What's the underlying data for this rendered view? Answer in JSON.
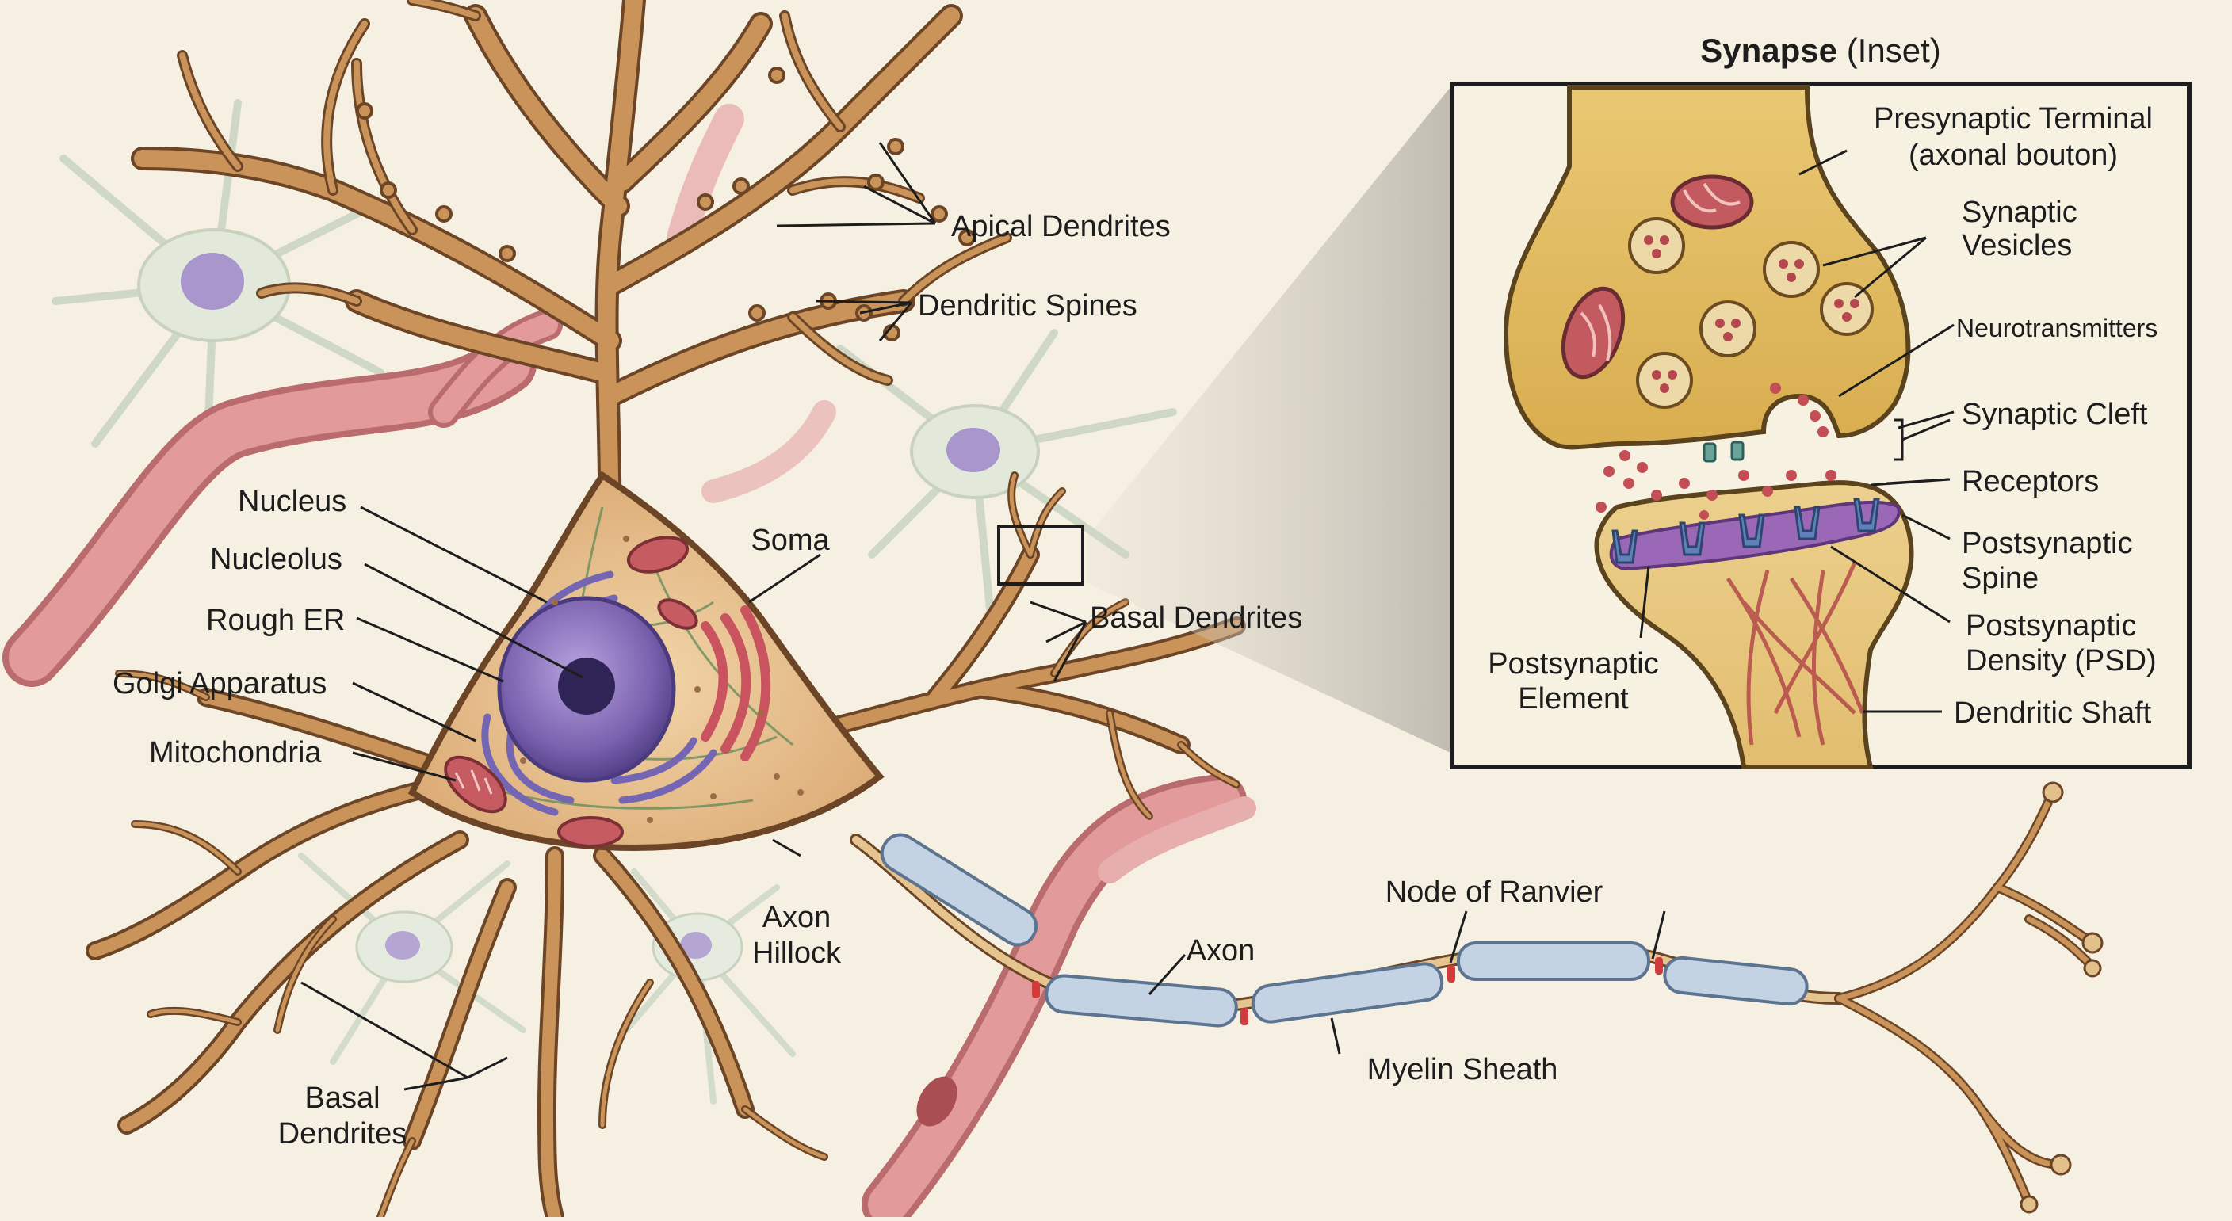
{
  "inset": {
    "title_bold": "Synapse",
    "title_rest": " (Inset)",
    "labels": {
      "presynaptic_1": "Presynaptic Terminal",
      "presynaptic_2": "(axonal bouton)",
      "vesicles_1": "Synaptic",
      "vesicles_2": "Vesicles",
      "neurotransmitters": "Neurotransmitters",
      "cleft": "Synaptic Cleft",
      "receptors": "Receptors",
      "spine_1": "Postsynaptic",
      "spine_2": "Spine",
      "psd_1": "Postsynaptic",
      "psd_2": "Density (PSD)",
      "element_1": "Postsynaptic",
      "element_2": "Element",
      "shaft": "Dendritic Shaft"
    }
  },
  "neuron": {
    "labels": {
      "apical": "Apical Dendrites",
      "spines": "Dendritic Spines",
      "nucleus": "Nucleus",
      "nucleolus": "Nucleolus",
      "rough_er": "Rough ER",
      "golgi": "Golgi Apparatus",
      "mito": "Mitochondria",
      "soma": "Soma",
      "basal_right": "Basal Dendrites",
      "hillock_1": "Axon",
      "hillock_2": "Hillock",
      "axon": "Axon",
      "node": "Node of Ranvier",
      "myelin": "Myelin Sheath",
      "basal_left_1": "Basal",
      "basal_left_2": "Dendrites"
    }
  },
  "colors": {
    "background": "#f6f0e2",
    "dendrite": "#c9935a",
    "dendrite_outline": "#6b4526",
    "soma_fill": "#e8c08c",
    "nucleus": "#7d63b0",
    "blood_vessel": "#d9888a",
    "glial": "#dfe6d6",
    "myelin": "#c3d3e3",
    "node_red": "#d23b3b",
    "bouton": "#e4bf62",
    "psd": "#9b67b7",
    "receptor": "#5f80b8"
  }
}
